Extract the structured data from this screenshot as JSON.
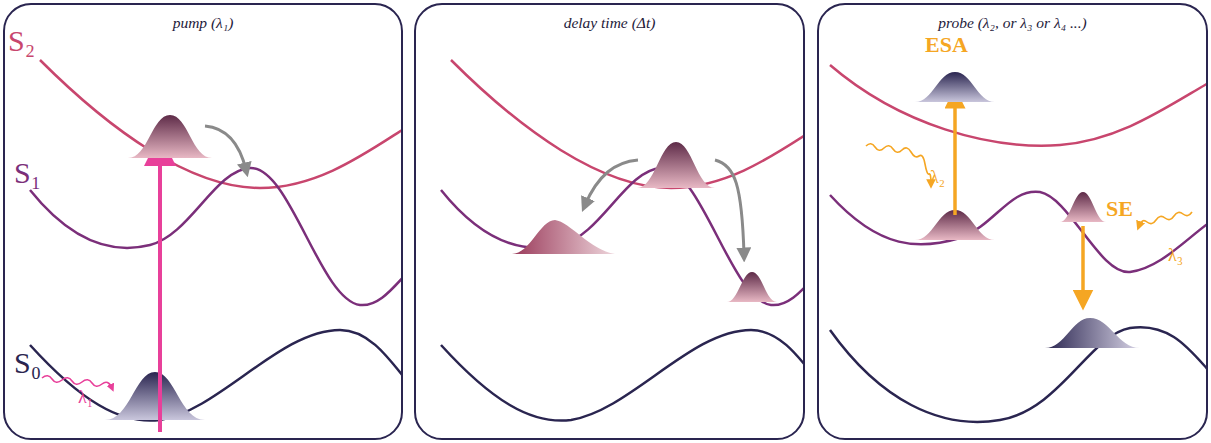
{
  "diagram": {
    "nodes": [
      {
        "text": [
          "pump (λ₁)"
        ]
      },
      {
        "text": [
          "delay time (Δt)"
        ]
      },
      {
        "text": [
          "probe (λ₂, or λ₃ or λ₄ ...)"
        ]
      }
    ],
    "labels": [
      "S₂",
      "S₁",
      "S₀",
      "λ₁",
      "ESA",
      "λ₂",
      "SE",
      "λ₃"
    ]
  }
}
